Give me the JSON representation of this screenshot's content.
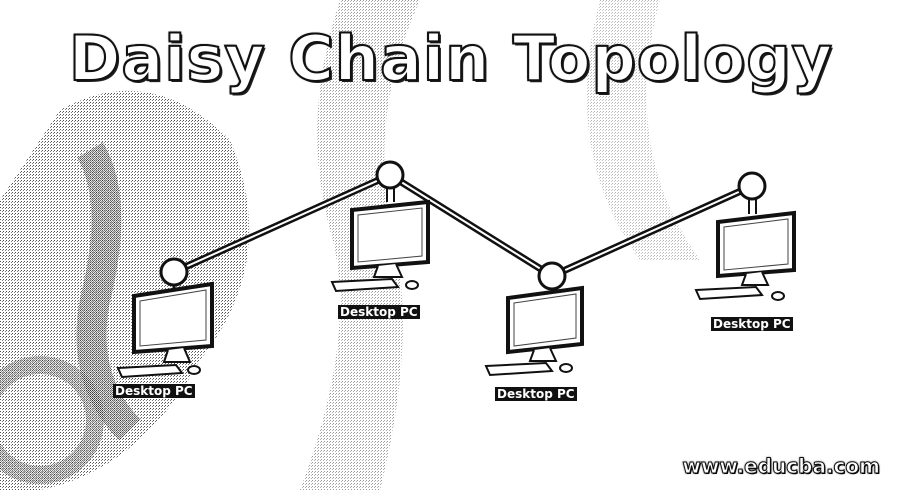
{
  "title": "Daisy Chain Topology",
  "nodes": [
    {
      "label": "Desktop PC"
    },
    {
      "label": "Desktop PC"
    },
    {
      "label": "Desktop PC"
    },
    {
      "label": "Desktop PC"
    }
  ],
  "watermark": "www.educba.com"
}
